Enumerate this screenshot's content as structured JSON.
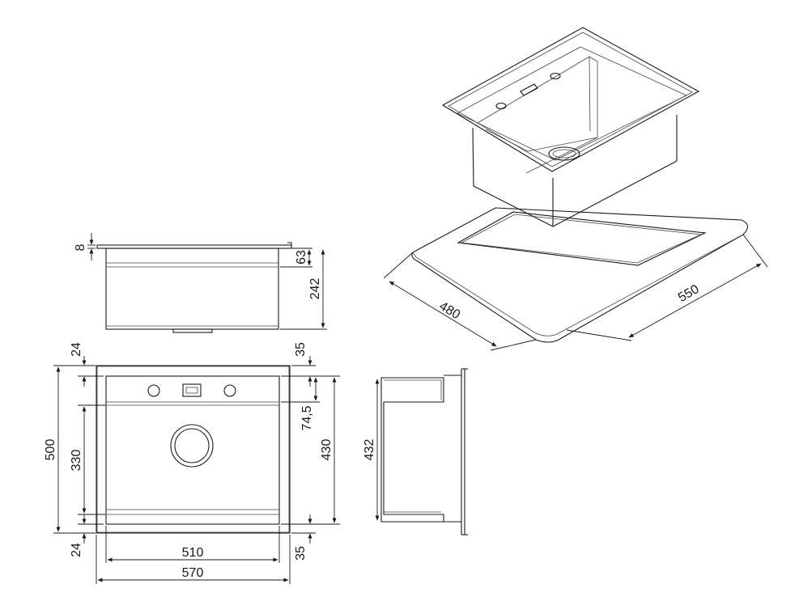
{
  "side_view": {
    "top_thickness": "8",
    "rim_height": "63",
    "depth": "242"
  },
  "plan_view": {
    "front_margin_top": "24",
    "front_margin_bottom": "24",
    "right_margin_top": "35",
    "right_margin_bottom": "35",
    "overall_depth": "500",
    "bowl_depth": "330",
    "accessory_zone": "74,5",
    "inner_depth": "430",
    "bowl_width": "510",
    "overall_width": "570"
  },
  "section_view": {
    "height": "432"
  },
  "iso_view": {
    "cutout_depth": "480",
    "cutout_width": "550"
  }
}
